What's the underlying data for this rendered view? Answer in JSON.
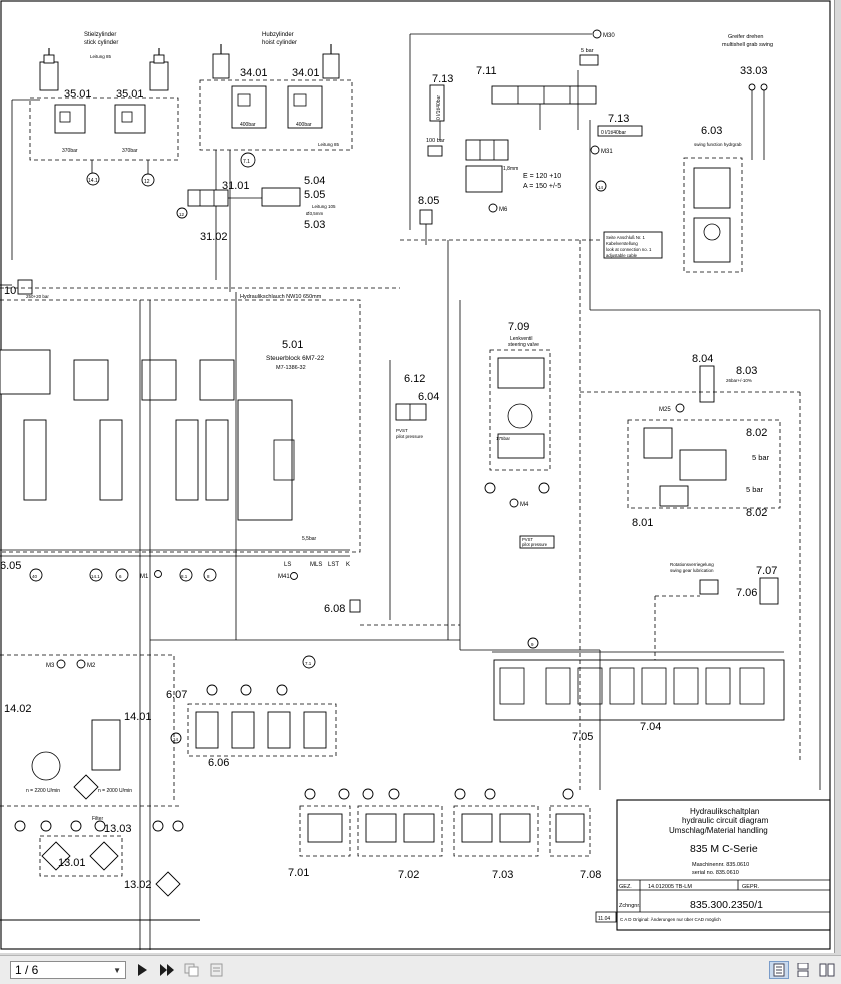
{
  "pagination": {
    "current": "1 / 6"
  },
  "labels": {
    "stiel_cyl_de": "Stielzylinder",
    "stiel_cyl_en": "stick cylinder",
    "hub_cyl_de": "Hubzylinder",
    "hub_cyl_en": "hoist cylinder",
    "leitung85": "Leitung 85",
    "greifer_de": "Greifer drehen",
    "greifer_en": "multishell grab swing",
    "n3501a": "35.01",
    "n3501b": "35.01",
    "n3401a": "34.01",
    "n3401b": "34.01",
    "n711": "7.11",
    "n713a": "7.13",
    "n713b": "7.13",
    "n3303": "33.03",
    "n603": "6.03",
    "n3101": "31.01",
    "n3102": "31.02",
    "n504": "5.04",
    "n505": "5.05",
    "n503": "5.03",
    "n805": "8.05",
    "n501": "5.01",
    "n612": "6.12",
    "n604": "6.04",
    "n709": "7.09",
    "n804": "8.04",
    "n803": "8.03",
    "n802a": "8.02",
    "n802b": "8.02",
    "n801": "8.01",
    "n608": "6.08",
    "n605": "6.05",
    "n707": "7.07",
    "n706": "7.06",
    "n607": "6.07",
    "n606": "6.06",
    "n705": "7.05",
    "n704": "7.04",
    "n1402": "14.02",
    "n1401": "14.01",
    "n1303": "13.03",
    "n1301": "13.01",
    "n1302": "13.02",
    "n701": "7.01",
    "n702": "7.02",
    "n703": "7.03",
    "n708": "7.08",
    "m30": "M30",
    "m31": "M31",
    "m6": "M6",
    "m25": "M25",
    "m4": "M4",
    "m1": "M1",
    "m41": "M41",
    "m3": "M3",
    "m2": "M2",
    "bar5a": "5 bar",
    "bar5b": "5 bar",
    "bar100": "100 bar",
    "flow1": "0 l/1t/40bar",
    "flow2": "0 l/1t/40bar",
    "e_val": "E = 120 +10",
    "a_val": "A = 150 +/-5",
    "mm18": "1,8mm",
    "hydr_hose": "Hydraulikschlauch NW10 650mm",
    "steuerblock": "Steuerblock 6M7-22",
    "lenkventil": "Lenkventil",
    "steering": "steering valve",
    "pvst": "PVST",
    "pilot": "pilot pressure",
    "seite_anschluss": "Seite Anschluß Nr. 1",
    "kabelverstellung": "Kabelverstellung",
    "look_connection": "look at connection no. 1",
    "adjustable": "adjustable cable",
    "rotation_de": "Rotationsverriegelung",
    "rotation_en": "swing gear lubrication",
    "greifer_drehen_sw": "swing function hydrgrab",
    "filter": "Filter",
    "n_val1": "n = 2200 U/min",
    "n_val2": "n = 2000 U/min"
  },
  "titleblock": {
    "title_de": "Hydraulikschaltplan",
    "title_en": "hydraulic circuit diagram",
    "title_sub": "Umschlag/Material handling",
    "model": "835 M  C-Serie",
    "maschinennr_label": "Maschinennr. 835.0610",
    "serial_label": "serial no. 835.0610",
    "gez_label": "GEZ.",
    "gez_value": "14.012005  TB-LM",
    "gepr_label": "GEPR.",
    "zeichnr_label": "Zchngnr.",
    "zeichnr_value": "835.300.2350/1",
    "cad_note": "C A D  Original: Änderungen nur über CAD möglich",
    "rev": "11.04"
  }
}
